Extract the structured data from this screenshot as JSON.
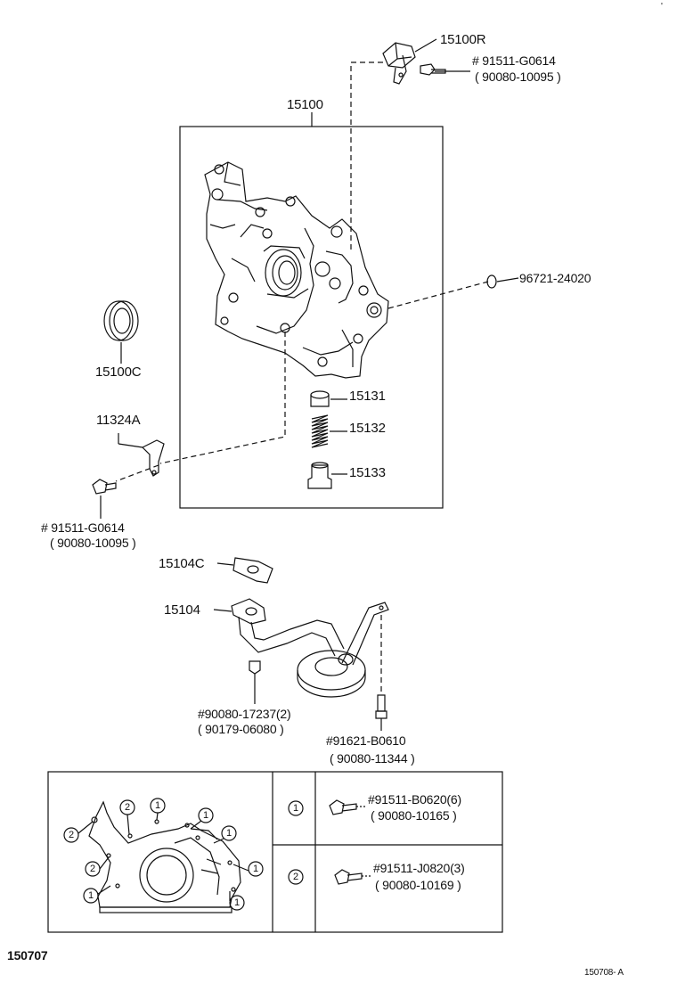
{
  "diagram": {
    "figure_number": "150707",
    "drawing_ref": "150708- A",
    "tick_mark": "'"
  },
  "parts": {
    "p15100R": "15100R",
    "p91511G0614_top": "#  91511-G0614",
    "p90080_10095_top": "( 90080-10095  )",
    "p15100": "15100",
    "p96721": "96721-24020",
    "p15100C": "15100C",
    "p11324A": "11324A",
    "p15131": "15131",
    "p15132": "15132",
    "p15133": "15133",
    "p91511G0614_left": "#  91511-G0614",
    "p90080_10095_left": "( 90080-10095  )",
    "p15104C": "15104C",
    "p15104": "15104",
    "p90080_17237": "#90080-17237(2)",
    "p90179_06080": "( 90179-06080    )",
    "p91621_B0610": "#91621-B0610",
    "p90080_11344": "( 90080-11344    )"
  },
  "legend": {
    "row1_key": "1",
    "row1_part": "#91511-B0620(6)",
    "row1_alt": "( 90080-10165     )",
    "row2_key": "2",
    "row2_part": "#91511-J0820(3)",
    "row2_alt": "( 90080-10169     )"
  },
  "bolt_map": {
    "c1": "1",
    "c2": "2"
  }
}
